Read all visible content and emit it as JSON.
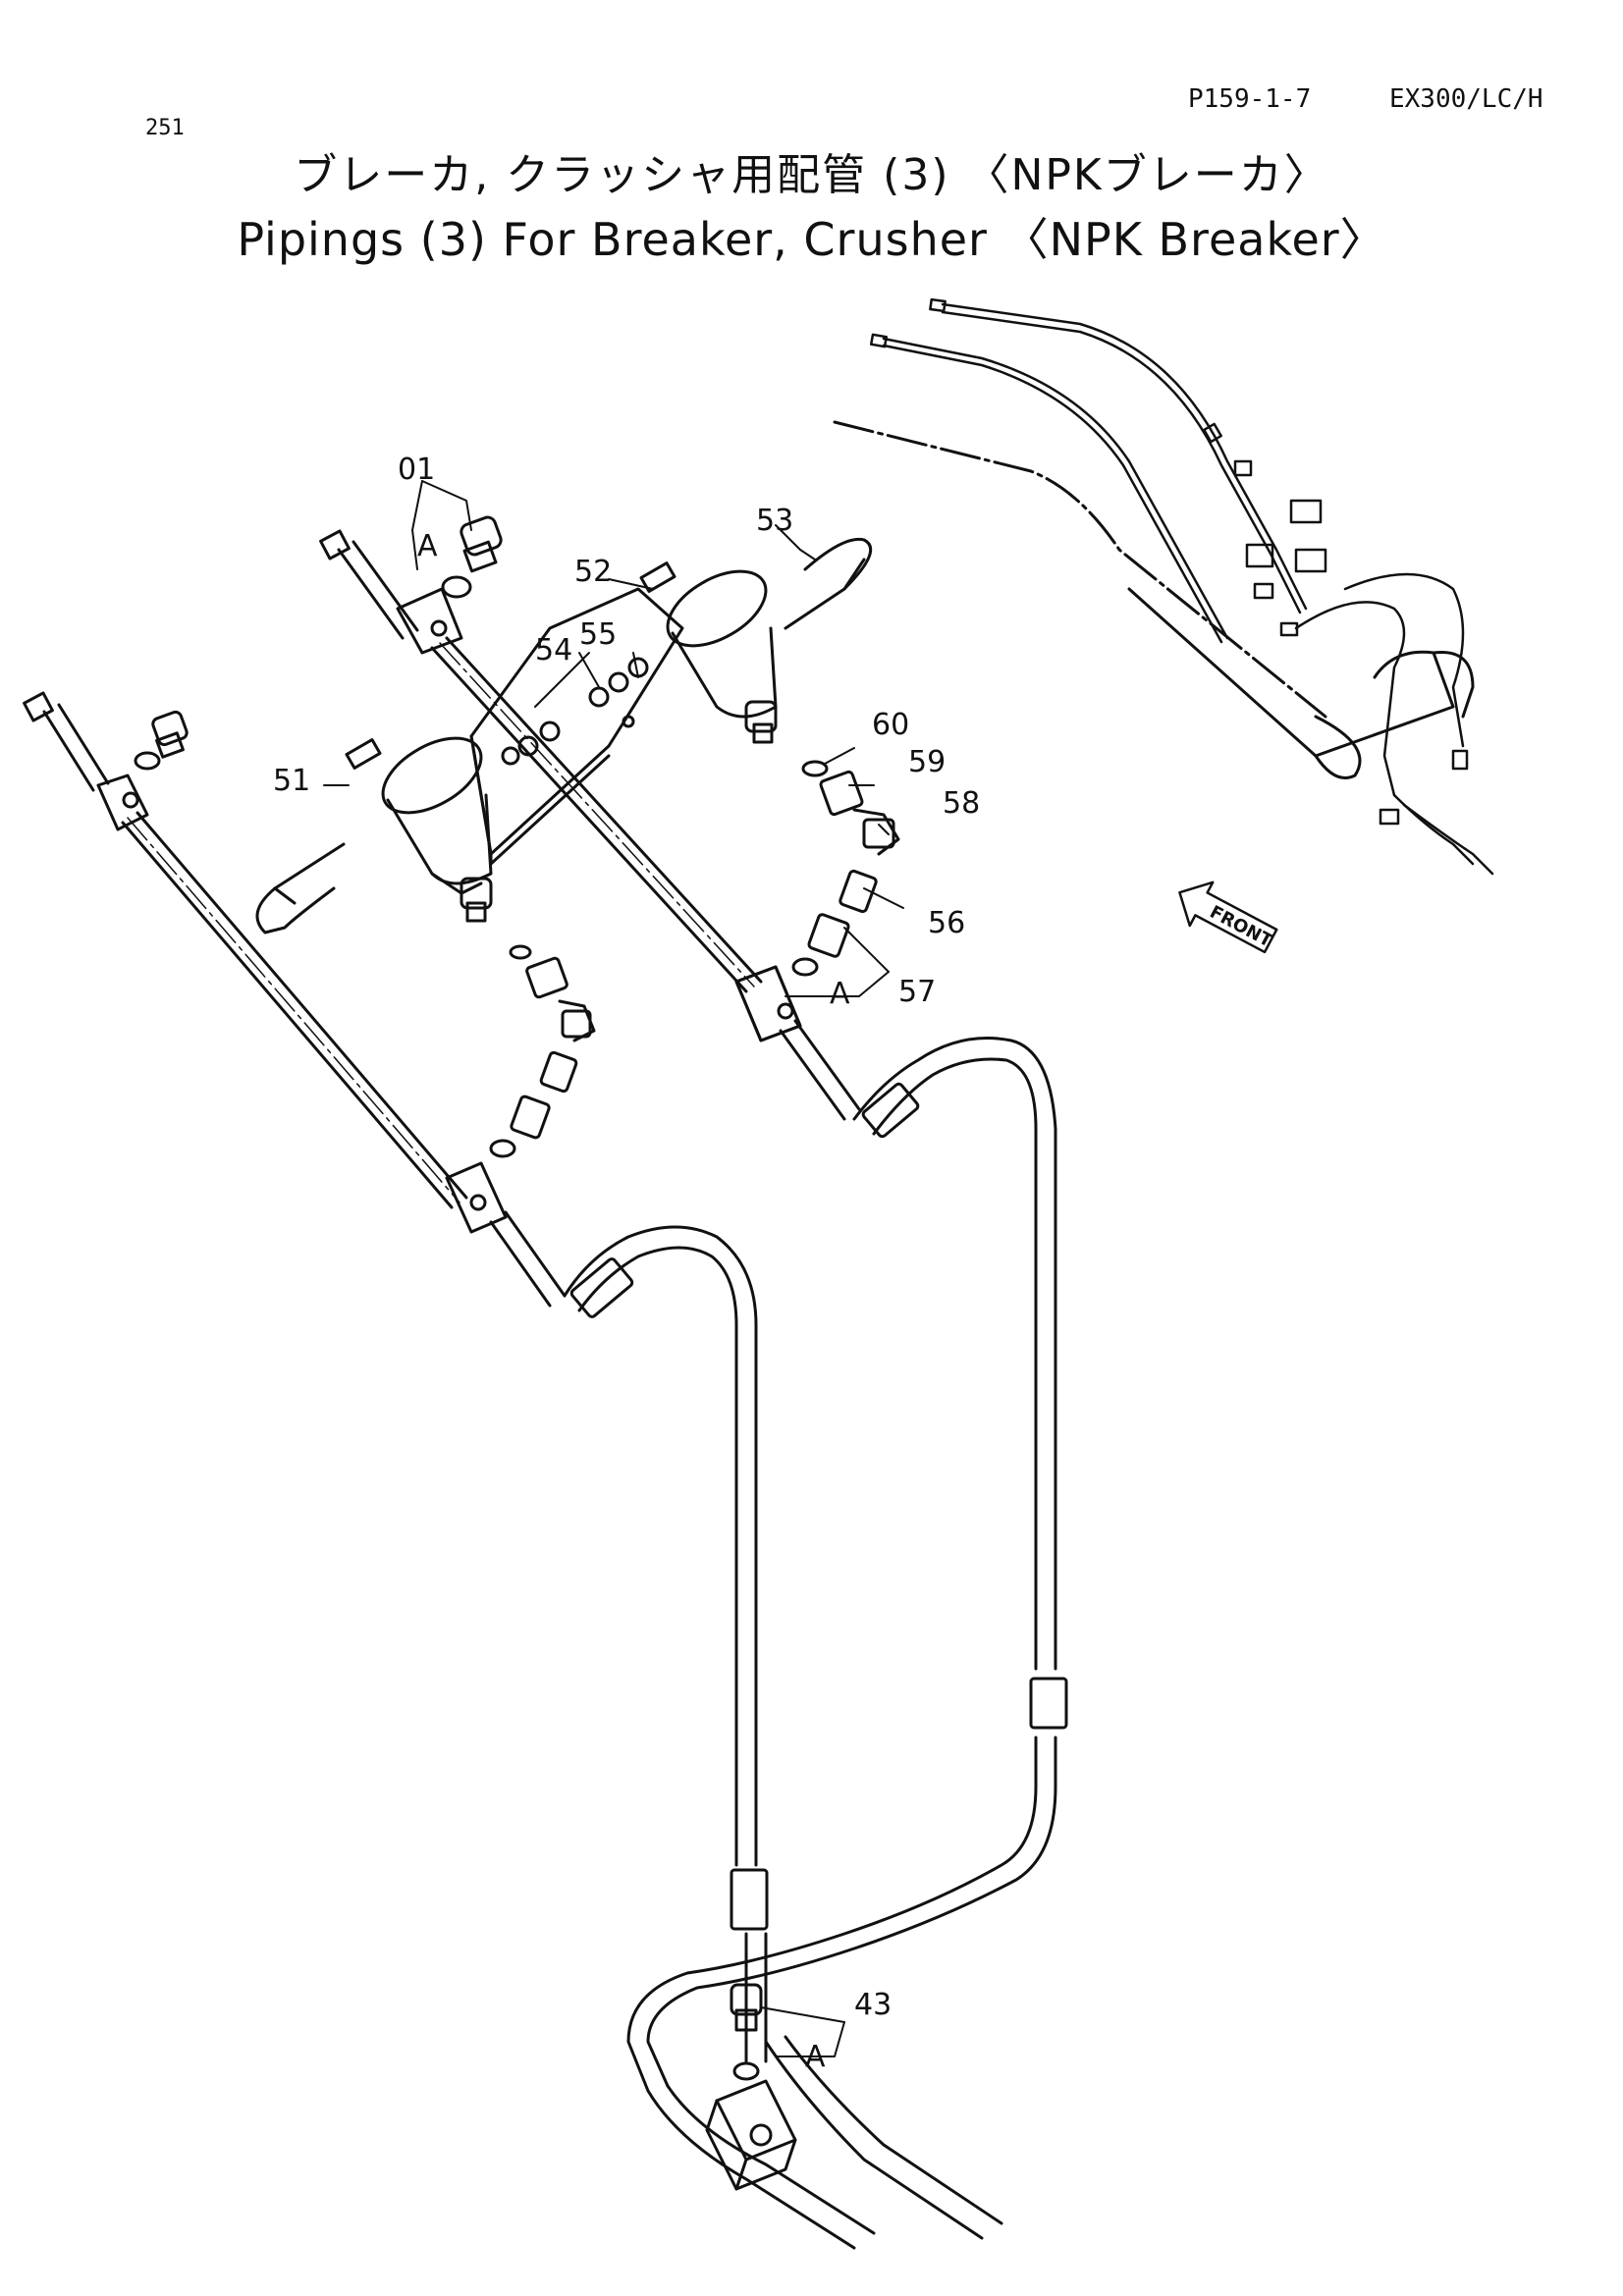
{
  "header": {
    "page_number": "251",
    "page_code": "P159-1-7",
    "model": "EX300/LC/H"
  },
  "title": {
    "japanese": "ブレーカ, クラッシャ用配管 (3) 〈NPKブレーカ〉",
    "english": "Pipings (3) For Breaker, Crusher 〈NPK Breaker〉"
  },
  "callouts": {
    "p01": "01",
    "p43": "43",
    "p51": "51",
    "p52": "52",
    "p53": "53",
    "p54": "54",
    "p55": "55",
    "p56": "56",
    "p57": "57",
    "p58": "58",
    "p59": "59",
    "p60": "60",
    "a1": "A",
    "a2": "A",
    "a3": "A"
  },
  "front_arrow": "FRONT"
}
